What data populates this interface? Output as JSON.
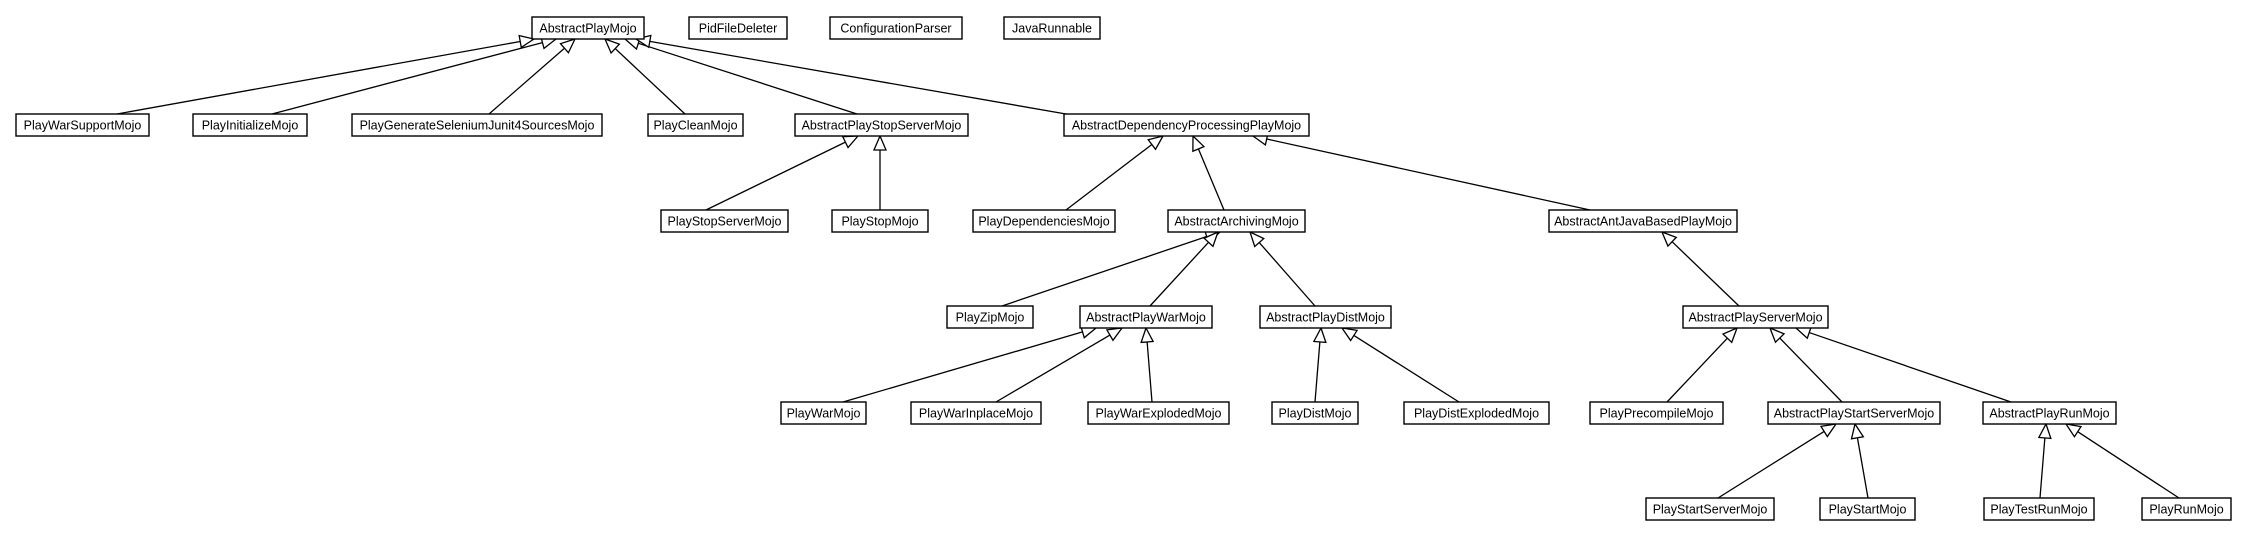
{
  "classes": [
    {
      "id": "AbstractPlayMojo",
      "label": "AbstractPlayMojo"
    },
    {
      "id": "PidFileDeleter",
      "label": "PidFileDeleter"
    },
    {
      "id": "ConfigurationParser",
      "label": "ConfigurationParser"
    },
    {
      "id": "JavaRunnable",
      "label": "JavaRunnable"
    },
    {
      "id": "PlayWarSupportMojo",
      "label": "PlayWarSupportMojo"
    },
    {
      "id": "PlayInitializeMojo",
      "label": "PlayInitializeMojo"
    },
    {
      "id": "PlayGenerateSeleniumJunit4SourcesMojo",
      "label": "PlayGenerateSeleniumJunit4SourcesMojo"
    },
    {
      "id": "PlayCleanMojo",
      "label": "PlayCleanMojo"
    },
    {
      "id": "AbstractPlayStopServerMojo",
      "label": "AbstractPlayStopServerMojo"
    },
    {
      "id": "AbstractDependencyProcessingPlayMojo",
      "label": "AbstractDependencyProcessingPlayMojo"
    },
    {
      "id": "PlayStopServerMojo",
      "label": "PlayStopServerMojo"
    },
    {
      "id": "PlayStopMojo",
      "label": "PlayStopMojo"
    },
    {
      "id": "PlayDependenciesMojo",
      "label": "PlayDependenciesMojo"
    },
    {
      "id": "AbstractArchivingMojo",
      "label": "AbstractArchivingMojo"
    },
    {
      "id": "AbstractAntJavaBasedPlayMojo",
      "label": "AbstractAntJavaBasedPlayMojo"
    },
    {
      "id": "PlayZipMojo",
      "label": "PlayZipMojo"
    },
    {
      "id": "AbstractPlayWarMojo",
      "label": "AbstractPlayWarMojo"
    },
    {
      "id": "AbstractPlayDistMojo",
      "label": "AbstractPlayDistMojo"
    },
    {
      "id": "AbstractPlayServerMojo",
      "label": "AbstractPlayServerMojo"
    },
    {
      "id": "PlayWarMojo",
      "label": "PlayWarMojo"
    },
    {
      "id": "PlayWarInplaceMojo",
      "label": "PlayWarInplaceMojo"
    },
    {
      "id": "PlayWarExplodedMojo",
      "label": "PlayWarExplodedMojo"
    },
    {
      "id": "PlayDistMojo",
      "label": "PlayDistMojo"
    },
    {
      "id": "PlayDistExplodedMojo",
      "label": "PlayDistExplodedMojo"
    },
    {
      "id": "PlayPrecompileMojo",
      "label": "PlayPrecompileMojo"
    },
    {
      "id": "AbstractPlayStartServerMojo",
      "label": "AbstractPlayStartServerMojo"
    },
    {
      "id": "AbstractPlayRunMojo",
      "label": "AbstractPlayRunMojo"
    },
    {
      "id": "PlayStartServerMojo",
      "label": "PlayStartServerMojo"
    },
    {
      "id": "PlayStartMojo",
      "label": "PlayStartMojo"
    },
    {
      "id": "PlayTestRunMojo",
      "label": "PlayTestRunMojo"
    },
    {
      "id": "PlayRunMojo",
      "label": "PlayRunMojo"
    }
  ],
  "inheritance": [
    {
      "child": "PlayWarSupportMojo",
      "parent": "AbstractPlayMojo"
    },
    {
      "child": "PlayInitializeMojo",
      "parent": "AbstractPlayMojo"
    },
    {
      "child": "PlayGenerateSeleniumJunit4SourcesMojo",
      "parent": "AbstractPlayMojo"
    },
    {
      "child": "PlayCleanMojo",
      "parent": "AbstractPlayMojo"
    },
    {
      "child": "AbstractPlayStopServerMojo",
      "parent": "AbstractPlayMojo"
    },
    {
      "child": "AbstractDependencyProcessingPlayMojo",
      "parent": "AbstractPlayMojo"
    },
    {
      "child": "PlayStopServerMojo",
      "parent": "AbstractPlayStopServerMojo"
    },
    {
      "child": "PlayStopMojo",
      "parent": "AbstractPlayStopServerMojo"
    },
    {
      "child": "PlayDependenciesMojo",
      "parent": "AbstractDependencyProcessingPlayMojo"
    },
    {
      "child": "AbstractArchivingMojo",
      "parent": "AbstractDependencyProcessingPlayMojo"
    },
    {
      "child": "AbstractAntJavaBasedPlayMojo",
      "parent": "AbstractDependencyProcessingPlayMojo"
    },
    {
      "child": "PlayZipMojo",
      "parent": "AbstractArchivingMojo"
    },
    {
      "child": "AbstractPlayWarMojo",
      "parent": "AbstractArchivingMojo"
    },
    {
      "child": "AbstractPlayDistMojo",
      "parent": "AbstractArchivingMojo"
    },
    {
      "child": "AbstractPlayServerMojo",
      "parent": "AbstractAntJavaBasedPlayMojo"
    },
    {
      "child": "PlayWarMojo",
      "parent": "AbstractPlayWarMojo"
    },
    {
      "child": "PlayWarInplaceMojo",
      "parent": "AbstractPlayWarMojo"
    },
    {
      "child": "PlayWarExplodedMojo",
      "parent": "AbstractPlayWarMojo"
    },
    {
      "child": "PlayDistMojo",
      "parent": "AbstractPlayDistMojo"
    },
    {
      "child": "PlayDistExplodedMojo",
      "parent": "AbstractPlayDistMojo"
    },
    {
      "child": "PlayPrecompileMojo",
      "parent": "AbstractPlayServerMojo"
    },
    {
      "child": "AbstractPlayStartServerMojo",
      "parent": "AbstractPlayServerMojo"
    },
    {
      "child": "AbstractPlayRunMojo",
      "parent": "AbstractPlayServerMojo"
    },
    {
      "child": "PlayStartServerMojo",
      "parent": "AbstractPlayStartServerMojo"
    },
    {
      "child": "PlayStartMojo",
      "parent": "AbstractPlayStartServerMojo"
    },
    {
      "child": "PlayTestRunMojo",
      "parent": "AbstractPlayRunMojo"
    },
    {
      "child": "PlayRunMojo",
      "parent": "AbstractPlayRunMojo"
    }
  ]
}
